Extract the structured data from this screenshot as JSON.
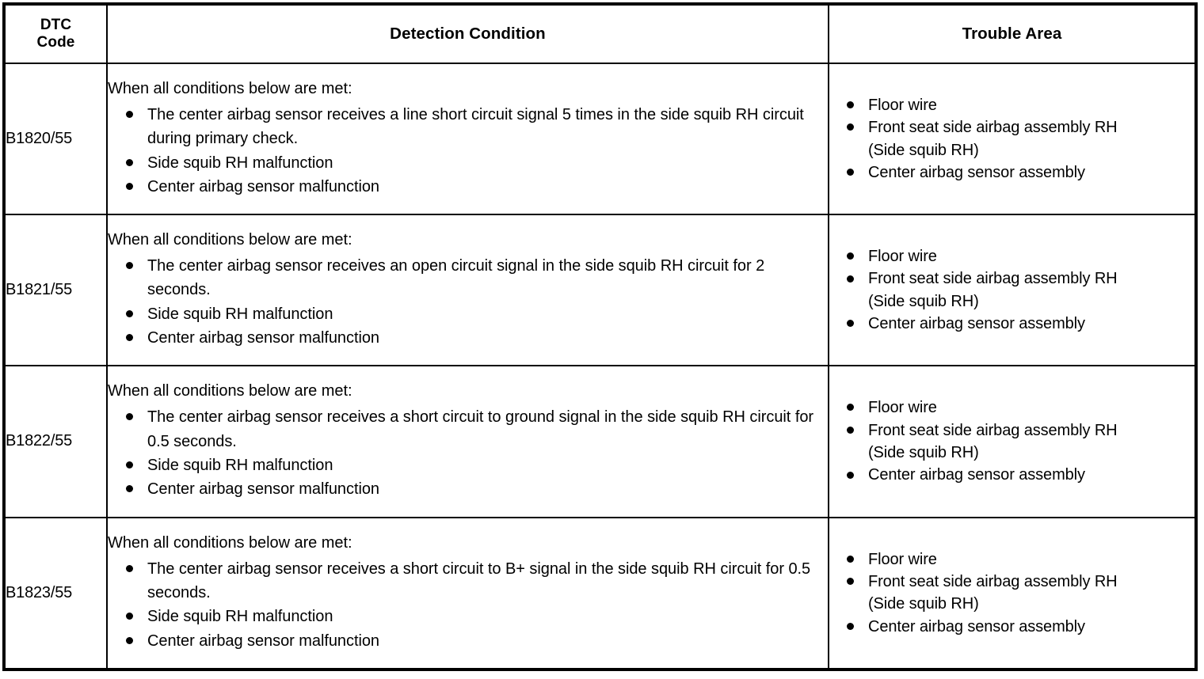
{
  "table": {
    "headers": {
      "dtc_code_line1": "DTC",
      "dtc_code_line2": "Code",
      "detection_condition": "Detection Condition",
      "trouble_area": "Trouble Area"
    },
    "rows": [
      {
        "dtc_code": "B1820/55",
        "detection": {
          "intro": "When all conditions below are met:",
          "items": [
            "The center airbag sensor receives a line short circuit signal 5 times in the side squib RH circuit during primary check.",
            "Side squib RH malfunction",
            "Center airbag sensor malfunction"
          ]
        },
        "trouble": {
          "items": [
            {
              "text": "Floor wire",
              "sub": ""
            },
            {
              "text": "Front seat side airbag assembly RH",
              "sub": "(Side squib RH)"
            },
            {
              "text": "Center airbag sensor assembly",
              "sub": ""
            }
          ]
        }
      },
      {
        "dtc_code": "B1821/55",
        "detection": {
          "intro": "When all conditions below are met:",
          "items": [
            "The center airbag sensor receives an open circuit signal in the side squib RH circuit for 2 seconds.",
            "Side squib RH malfunction",
            "Center airbag sensor malfunction"
          ]
        },
        "trouble": {
          "items": [
            {
              "text": "Floor wire",
              "sub": ""
            },
            {
              "text": "Front seat side airbag assembly RH",
              "sub": "(Side squib RH)"
            },
            {
              "text": "Center airbag sensor assembly",
              "sub": ""
            }
          ]
        }
      },
      {
        "dtc_code": "B1822/55",
        "detection": {
          "intro": "When all conditions below are met:",
          "items": [
            "The center airbag sensor receives a short circuit to ground signal in the side squib RH circuit for 0.5 seconds.",
            "Side squib RH malfunction",
            "Center airbag sensor malfunction"
          ]
        },
        "trouble": {
          "items": [
            {
              "text": "Floor wire",
              "sub": ""
            },
            {
              "text": "Front seat side airbag assembly RH",
              "sub": "(Side squib RH)"
            },
            {
              "text": "Center airbag sensor assembly",
              "sub": ""
            }
          ]
        }
      },
      {
        "dtc_code": "B1823/55",
        "detection": {
          "intro": "When all conditions below are met:",
          "items": [
            "The center airbag sensor receives a short circuit to B+ signal in the side squib RH circuit for 0.5 seconds.",
            "Side squib RH malfunction",
            "Center airbag sensor malfunction"
          ]
        },
        "trouble": {
          "items": [
            {
              "text": "Floor wire",
              "sub": ""
            },
            {
              "text": "Front seat side airbag assembly RH",
              "sub": "(Side squib RH)"
            },
            {
              "text": "Center airbag sensor assembly",
              "sub": ""
            }
          ]
        }
      }
    ]
  },
  "colors": {
    "text": "#000000",
    "background": "#ffffff",
    "border": "#000000"
  }
}
